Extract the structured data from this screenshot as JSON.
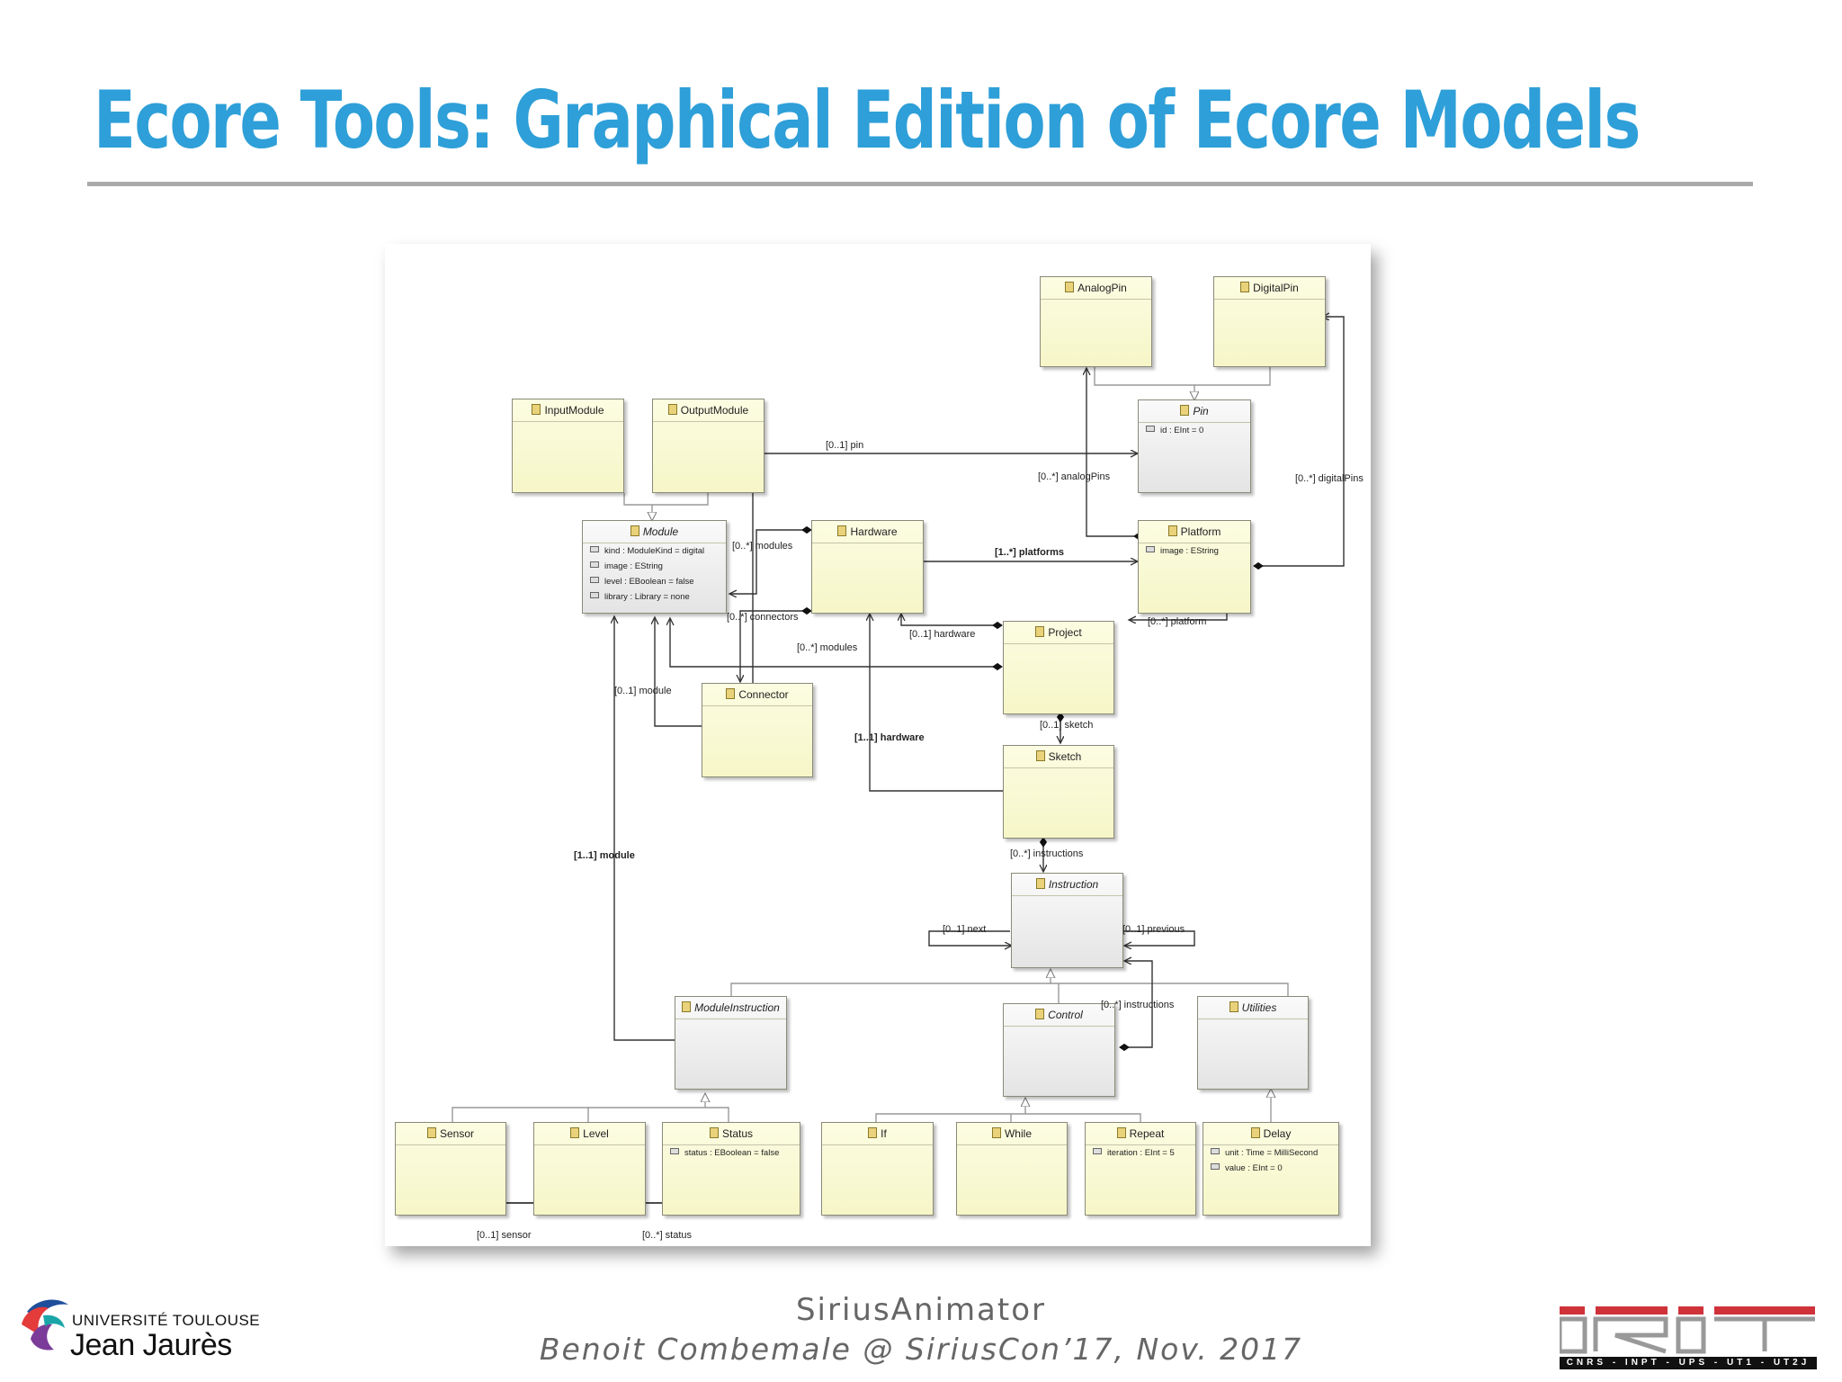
{
  "slide": {
    "title": "Ecore Tools: Graphical Edition of Ecore Models",
    "footer_line1": "SiriusAnimator",
    "footer_line2": "Benoit Combemale @ SiriusCon’17, Nov. 2017"
  },
  "logos": {
    "university_line1": "UNIVERSITÉ  TOULOUSE",
    "university_line2": "Jean Jaurès",
    "irit_strip": "CNRS - INPT - UPS - UT1 - UT2J"
  },
  "classes": {
    "analogpin": {
      "name": "AnalogPin"
    },
    "digitalpin": {
      "name": "DigitalPin"
    },
    "pin": {
      "name": "Pin",
      "attrs": [
        "id : EInt = 0"
      ]
    },
    "inputmodule": {
      "name": "InputModule"
    },
    "outputmodule": {
      "name": "OutputModule"
    },
    "module": {
      "name": "Module",
      "attrs": [
        "kind : ModuleKind = digital",
        "image : EString",
        "level : EBoolean = false",
        "library : Library = none"
      ]
    },
    "hardware": {
      "name": "Hardware"
    },
    "platform": {
      "name": "Platform",
      "attrs": [
        "image : EString"
      ]
    },
    "project": {
      "name": "Project"
    },
    "connector": {
      "name": "Connector"
    },
    "sketch": {
      "name": "Sketch"
    },
    "instruction": {
      "name": "Instruction"
    },
    "moduleinstruction": {
      "name": "ModuleInstruction"
    },
    "control": {
      "name": "Control"
    },
    "utilities": {
      "name": "Utilities"
    },
    "sensor": {
      "name": "Sensor"
    },
    "level": {
      "name": "Level"
    },
    "status": {
      "name": "Status",
      "attrs": [
        "status : EBoolean = false"
      ]
    },
    "if": {
      "name": "If"
    },
    "while": {
      "name": "While"
    },
    "repeat": {
      "name": "Repeat",
      "attrs": [
        "iteration : EInt = 5"
      ]
    },
    "delay": {
      "name": "Delay",
      "attrs": [
        "unit : Time = MilliSecond",
        "value : EInt = 0"
      ]
    }
  },
  "relations": {
    "pin": "[0..1] pin",
    "analogpins": "[0..*] analogPins",
    "digitalpins": "[0..*] digitalPins",
    "modules_hw": "[0..*] modules",
    "platforms": "[1..*] platforms",
    "connectors": "[0..*] connectors",
    "hardware_project": "[0..1] hardware",
    "platform": "[0..*] platform",
    "modules_project": "[0..*] modules",
    "module_connector": "[0..1] module",
    "sketch": "[0..1] sketch",
    "hardware_sketch": "[1..1] hardware",
    "instructions_sketch": "[0..*] instructions",
    "module_mi": "[1..1] module",
    "next": "[0..1] next",
    "previous": "[0..1] previous",
    "instructions_control": "[0..*] instructions",
    "sensor": "[0..1] sensor",
    "status": "[0..*] status"
  }
}
